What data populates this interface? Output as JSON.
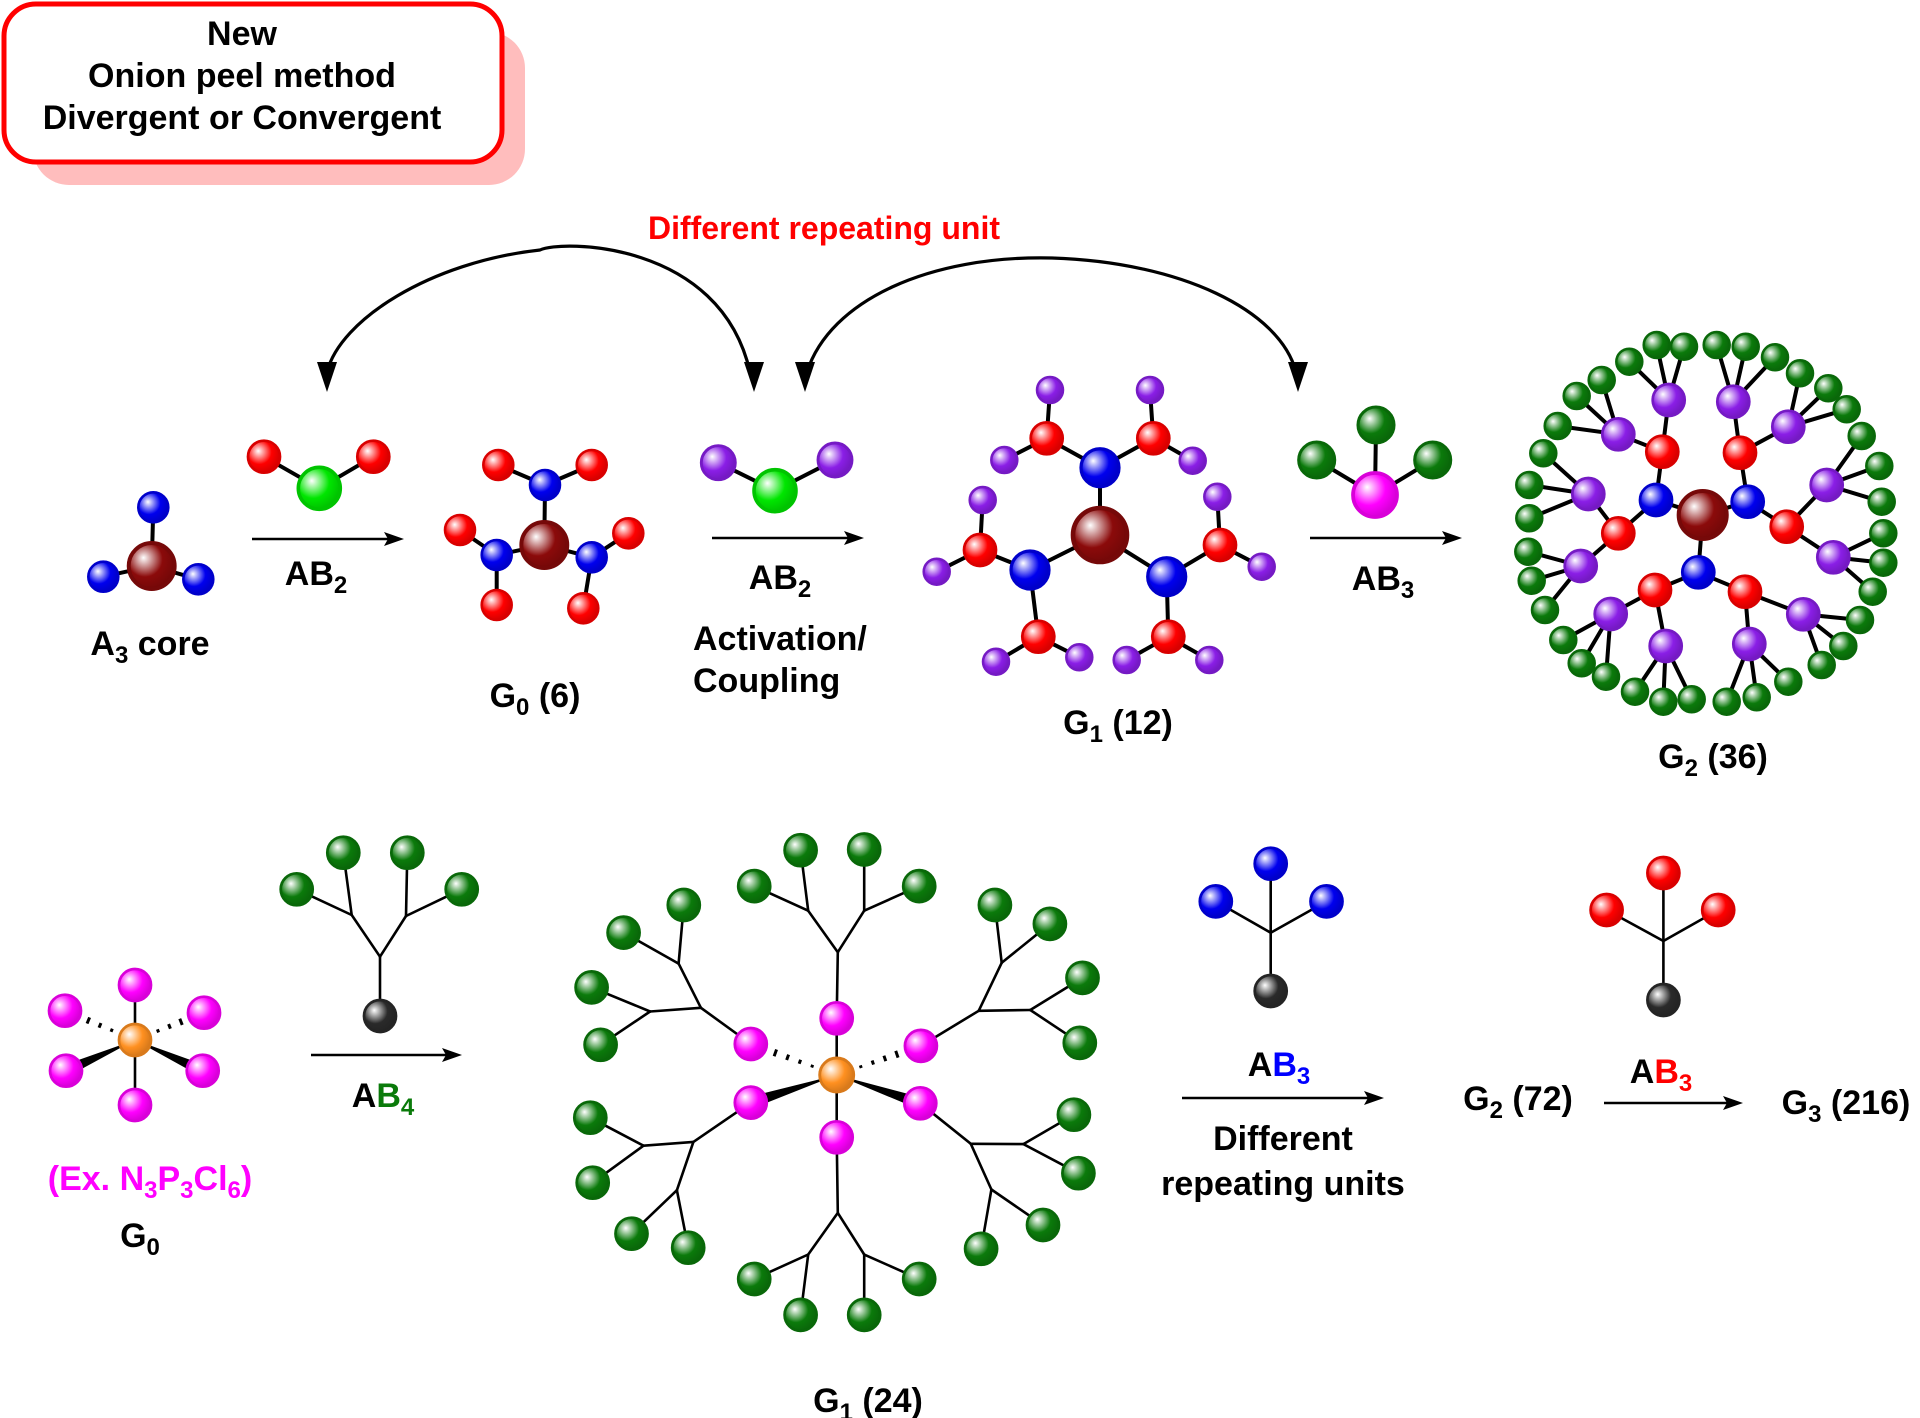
{
  "header_box": {
    "lines": [
      "New",
      "Onion peel method",
      "Divergent or Convergent"
    ],
    "border_color": "#ff0000",
    "shadow_color": "#ffbdbd"
  },
  "top_annotation": {
    "text": "Different repeating unit",
    "color": "#ff0000"
  },
  "top_row": {
    "core_label": {
      "main": "A",
      "sub": "3",
      "rest": " core"
    },
    "step1_reagent": {
      "main": "AB",
      "sub": "2"
    },
    "g0_label": {
      "main": "G",
      "sub": "0",
      "rest": " (6)"
    },
    "step2_reagent": {
      "main": "AB",
      "sub": "2"
    },
    "step2_note_line1": "Activation/",
    "step2_note_line2": "Coupling",
    "g1_label": {
      "main": "G",
      "sub": "1",
      "rest": " (12)"
    },
    "step3_reagent": {
      "main": "AB",
      "sub": "3"
    },
    "g2_label": {
      "main": "G",
      "sub": "2",
      "rest": " (36)"
    }
  },
  "bottom_row": {
    "example_label": {
      "prefix": "(Ex. N",
      "s1": "3",
      "mid1": "P",
      "s2": "3",
      "mid2": "Cl",
      "s3": "6",
      "suffix": ")",
      "color": "#ff00ff"
    },
    "g0_label": {
      "main": "G",
      "sub": "0"
    },
    "step1_reagent": {
      "a": "A",
      "b": "B",
      "sub": "4",
      "b_color": "#0a7a0a"
    },
    "g1_label": {
      "main": "G",
      "sub": "1",
      "rest": " (24)"
    },
    "step2_reagent": {
      "a": "A",
      "b": "B",
      "sub": "3",
      "b_color": "#0000ff"
    },
    "step2_note_line1": "Different",
    "step2_note_line2": "repeating units",
    "g2_label": {
      "main": "G",
      "sub": "2",
      "rest": " (72)"
    },
    "step3_reagent": {
      "a": "A",
      "b": "B",
      "sub": "3",
      "b_color": "#ff0000"
    },
    "g3_label": {
      "main": "G",
      "sub": "3",
      "rest": " (216)"
    }
  },
  "palette": {
    "red": "#ff0000",
    "blue": "#0000ee",
    "brown": "#8b0a0a",
    "lime": "#00e600",
    "purple": "#8a1ee6",
    "magenta": "#ff00ff",
    "green": "#0b7a0b",
    "orange": "#ff9020",
    "dark": "#2a2a2a"
  }
}
